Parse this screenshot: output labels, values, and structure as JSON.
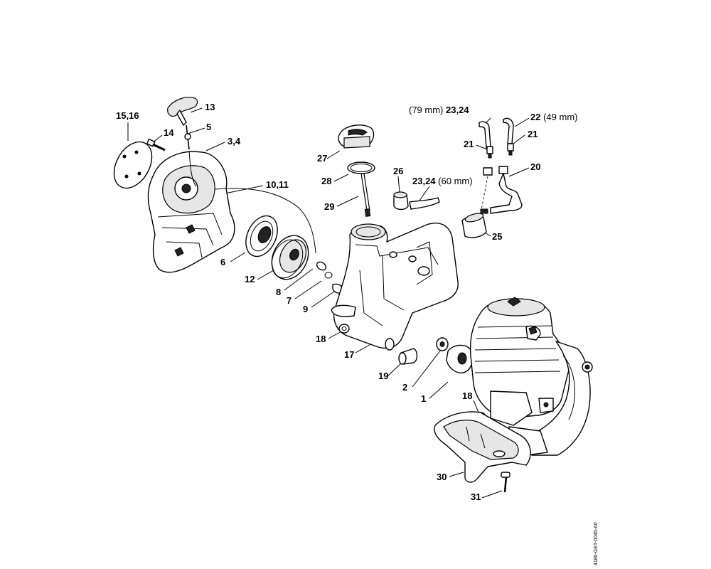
{
  "labels": {
    "p15_16": "15,16",
    "p14": "14",
    "p13": "13",
    "p5": "5",
    "p3_4": "3,4",
    "p10_11": "10,11",
    "p6": "6",
    "p12": "12",
    "p8": "8",
    "p7": "7",
    "p9": "9",
    "p27": "27",
    "p28": "28",
    "p29": "29",
    "p26": "26",
    "p23_24_mid": "23,24",
    "p23_24_mid_size": "(60 mm)",
    "p23_24_top_size": "(79 mm)",
    "p23_24_top": "23,24",
    "p22": "22",
    "p22_size": "(49 mm)",
    "p21_left": "21",
    "p21_right": "21",
    "p20": "20",
    "p25": "25",
    "p18_top": "18",
    "p17": "17",
    "p19": "19",
    "p2": "2",
    "p1": "1",
    "p18_bottom": "18",
    "p30": "30",
    "p31": "31"
  },
  "doc_number": "4180-GET-0045-A0",
  "icons": {
    "starter_grip": "grip-icon",
    "fan_housing": "housing-icon",
    "rope_rotor": "rotor-icon",
    "fuel_tank": "tank-icon",
    "filler_cap": "cap-icon",
    "engine": "cylinder-icon",
    "fuel_filter": "filter-icon",
    "bottom_plate": "plate-icon"
  }
}
